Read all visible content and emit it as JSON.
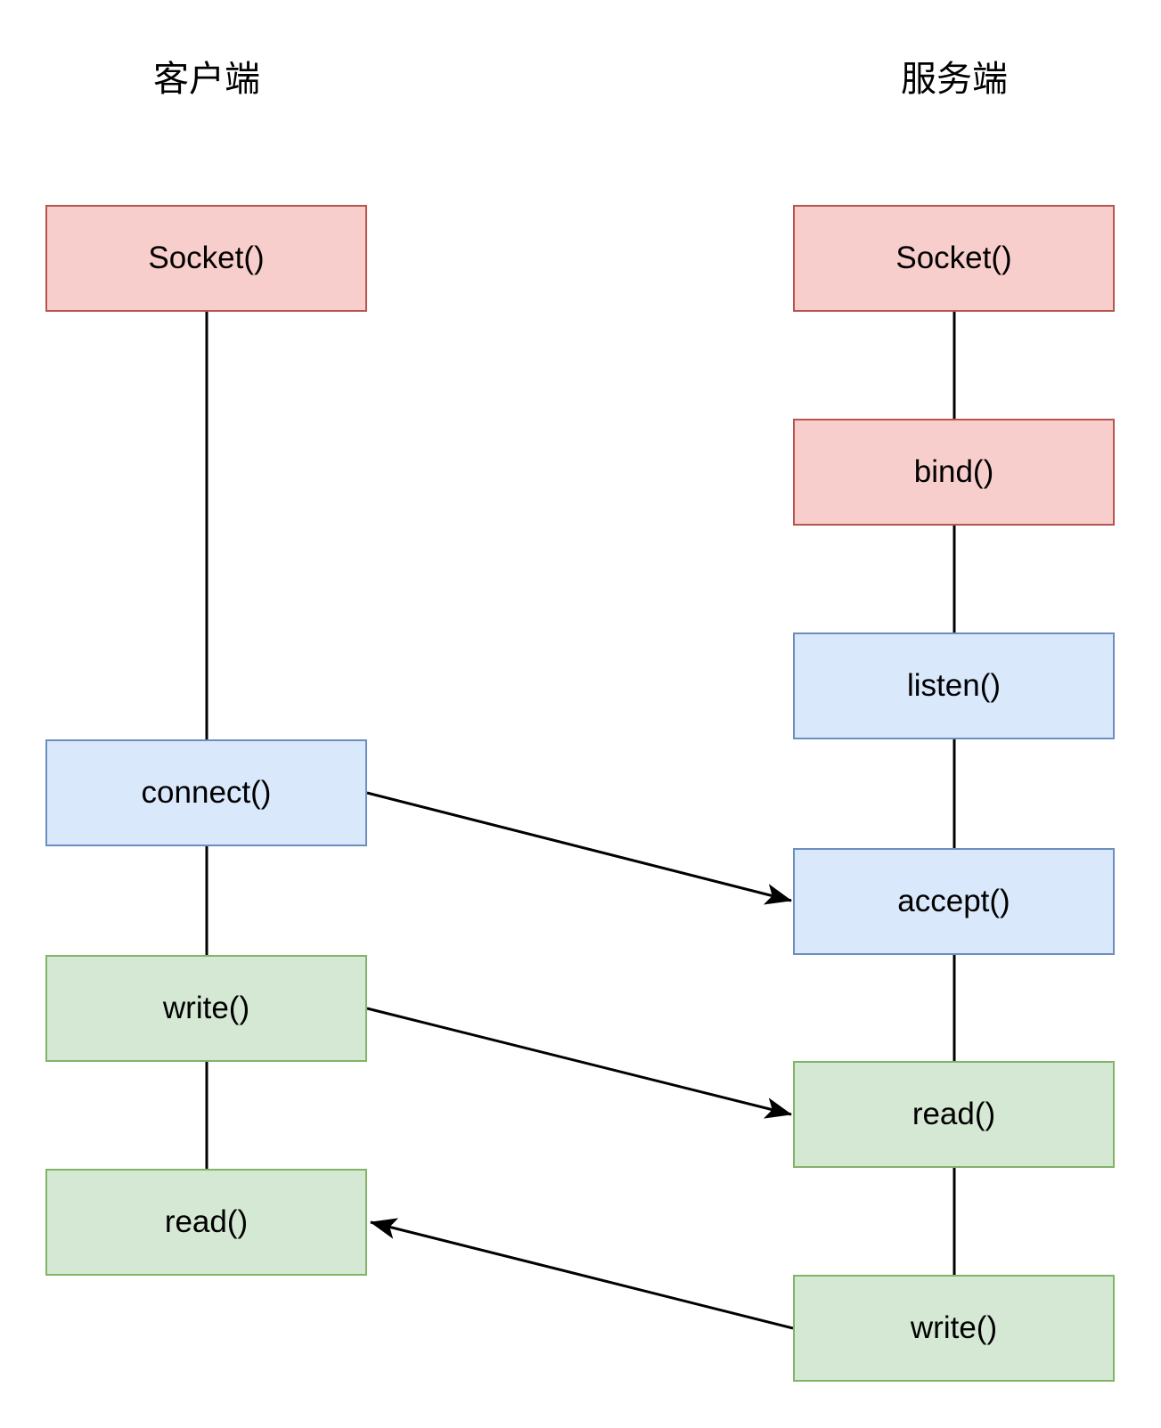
{
  "columns": {
    "client": {
      "title": "客户端",
      "nodes": [
        {
          "id": "client-socket",
          "label": "Socket()",
          "color": "red"
        },
        {
          "id": "client-connect",
          "label": "connect()",
          "color": "blue"
        },
        {
          "id": "client-write",
          "label": "write()",
          "color": "green"
        },
        {
          "id": "client-read",
          "label": "read()",
          "color": "green"
        }
      ]
    },
    "server": {
      "title": "服务端",
      "nodes": [
        {
          "id": "server-socket",
          "label": "Socket()",
          "color": "red"
        },
        {
          "id": "server-bind",
          "label": "bind()",
          "color": "red"
        },
        {
          "id": "server-listen",
          "label": "listen()",
          "color": "blue"
        },
        {
          "id": "server-accept",
          "label": "accept()",
          "color": "blue"
        },
        {
          "id": "server-read",
          "label": "read()",
          "color": "green"
        },
        {
          "id": "server-write",
          "label": "write()",
          "color": "green"
        }
      ]
    }
  },
  "edges": [
    {
      "from": "client-socket",
      "to": "client-connect",
      "style": "plain"
    },
    {
      "from": "client-connect",
      "to": "client-write",
      "style": "plain"
    },
    {
      "from": "client-write",
      "to": "client-read",
      "style": "plain"
    },
    {
      "from": "server-socket",
      "to": "server-bind",
      "style": "plain"
    },
    {
      "from": "server-bind",
      "to": "server-listen",
      "style": "plain"
    },
    {
      "from": "server-listen",
      "to": "server-accept",
      "style": "plain"
    },
    {
      "from": "server-accept",
      "to": "server-read",
      "style": "plain"
    },
    {
      "from": "server-read",
      "to": "server-write",
      "style": "plain"
    },
    {
      "from": "client-connect",
      "to": "server-accept",
      "style": "arrow"
    },
    {
      "from": "client-write",
      "to": "server-read",
      "style": "arrow"
    },
    {
      "from": "server-write",
      "to": "client-read",
      "style": "arrow"
    }
  ],
  "colors": {
    "red_fill": "#f8cecc",
    "red_stroke": "#b85450",
    "blue_fill": "#dae8fc",
    "blue_stroke": "#6c8ebf",
    "green_fill": "#d5e8d4",
    "green_stroke": "#82b366",
    "connector": "#000000",
    "text": "#000000",
    "background": "#ffffff"
  }
}
